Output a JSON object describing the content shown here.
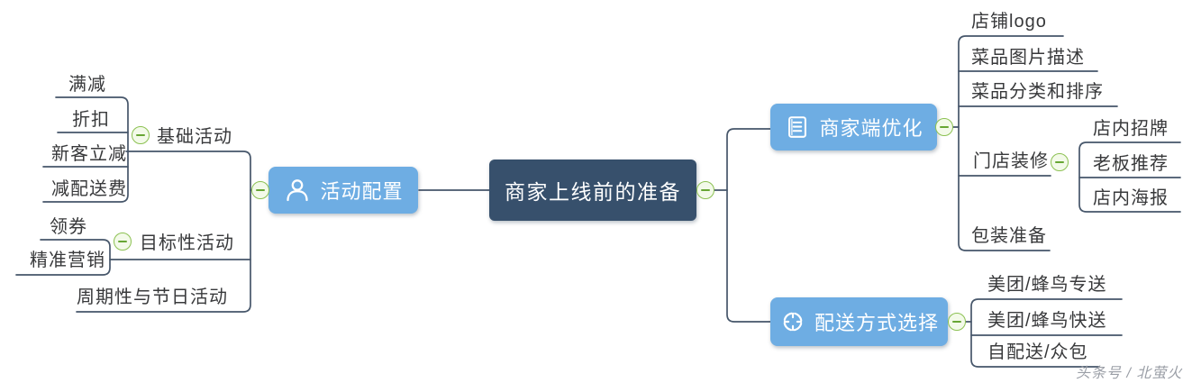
{
  "mindmap": {
    "root": {
      "label": "商家上线前的准备"
    },
    "left": {
      "label": "活动配置",
      "icon": "person-icon",
      "children": [
        {
          "label": "基础活动",
          "children": [
            {
              "label": "满减"
            },
            {
              "label": "折扣"
            },
            {
              "label": "新客立减"
            },
            {
              "label": "减配送费"
            }
          ]
        },
        {
          "label": "目标性活动",
          "children": [
            {
              "label": "领券"
            },
            {
              "label": "精准营销"
            }
          ]
        },
        {
          "label": "周期性与节日活动"
        }
      ]
    },
    "right": [
      {
        "label": "商家端优化",
        "icon": "document-icon",
        "children": [
          {
            "label": "店铺logo"
          },
          {
            "label": "菜品图片描述"
          },
          {
            "label": "菜品分类和排序"
          },
          {
            "label": "门店装修",
            "children": [
              {
                "label": "店内招牌"
              },
              {
                "label": "老板推荐"
              },
              {
                "label": "店内海报"
              }
            ]
          },
          {
            "label": "包装准备"
          }
        ]
      },
      {
        "label": "配送方式选择",
        "icon": "target-icon",
        "children": [
          {
            "label": "美团/蜂鸟专送"
          },
          {
            "label": "美团/蜂鸟快送"
          },
          {
            "label": "自配送/众包"
          }
        ]
      }
    ]
  },
  "collapse_buttons": {
    "state": "expanded",
    "symbol": "minus"
  },
  "colors": {
    "root_box": "#37506c",
    "branch_box": "#6eade3",
    "connector_line": "#46566a",
    "collapse_border": "#8cc152",
    "topic_text": "#38393b"
  },
  "watermark": "头条号 / 北萤火"
}
